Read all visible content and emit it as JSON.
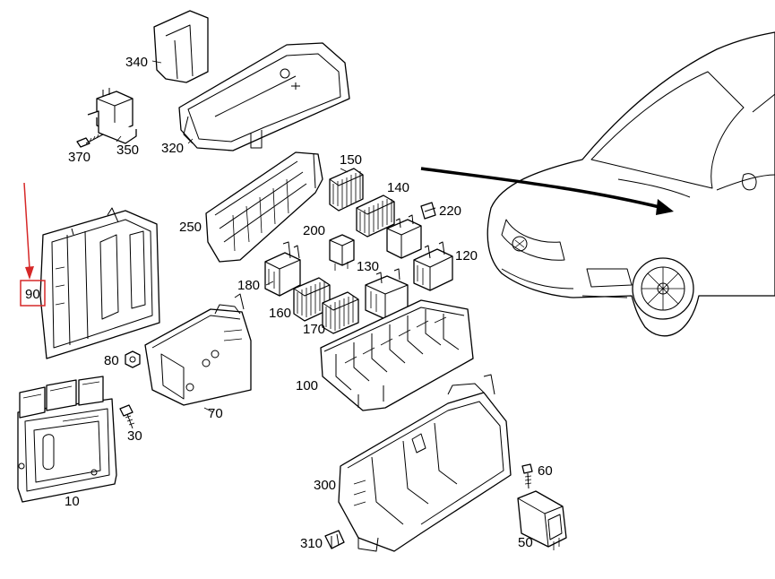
{
  "diagram": {
    "labels": {
      "p10": "10",
      "p30": "30",
      "p50": "50",
      "p60": "60",
      "p70": "70",
      "p80": "80",
      "p90": "90",
      "p100": "100",
      "p120": "120",
      "p130": "130",
      "p140": "140",
      "p150": "150",
      "p160": "160",
      "p170": "170",
      "p180": "180",
      "p200": "200",
      "p220": "220",
      "p250": "250",
      "p300": "300",
      "p310": "310",
      "p320": "320",
      "p340": "340",
      "p350": "350",
      "p370": "370"
    },
    "highlight_color": "#d62828",
    "line_color": "#000000"
  }
}
